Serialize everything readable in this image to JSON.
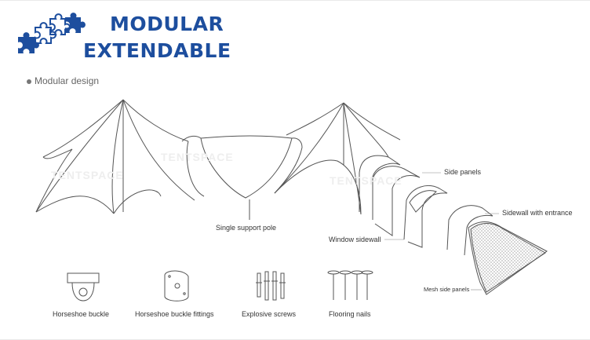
{
  "header": {
    "line1": "MODULAR",
    "line2": "EXTENDABLE",
    "icon": "puzzle-pieces-icon",
    "brand_color": "#1d4e9e"
  },
  "subtitle": "Modular design",
  "labels": {
    "side_panels": "Side panels",
    "sidewall_entrance": "Sidewall with entrance",
    "single_pole": "Single support pole",
    "window_sidewall": "Window sidewall",
    "mesh_panels": "Mesh side panels"
  },
  "accessories": [
    {
      "label": "Horseshoe buckle",
      "icon": "horseshoe-buckle-icon"
    },
    {
      "label": "Horseshoe buckle fittings",
      "icon": "buckle-fittings-icon"
    },
    {
      "label": "Explosive screws",
      "icon": "screws-icon"
    },
    {
      "label": "Flooring nails",
      "icon": "nails-icon"
    }
  ],
  "watermark": "TENTSPACE"
}
